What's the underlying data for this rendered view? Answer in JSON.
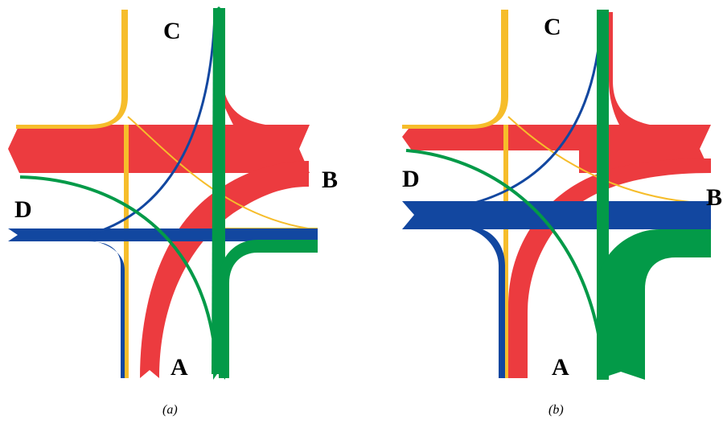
{
  "colors": {
    "yellow": "#f6bd2b",
    "red": "#ec3b3f",
    "blue": "#1247a0",
    "green": "#039a48",
    "background": "#ffffff"
  },
  "panels": [
    {
      "caption": "(a)",
      "nodes": {
        "top": "C",
        "right": "B",
        "bottom": "A",
        "left": "D"
      }
    },
    {
      "caption": "(b)",
      "nodes": {
        "top": "C",
        "right": "B",
        "bottom": "A",
        "left": "D"
      }
    }
  ]
}
